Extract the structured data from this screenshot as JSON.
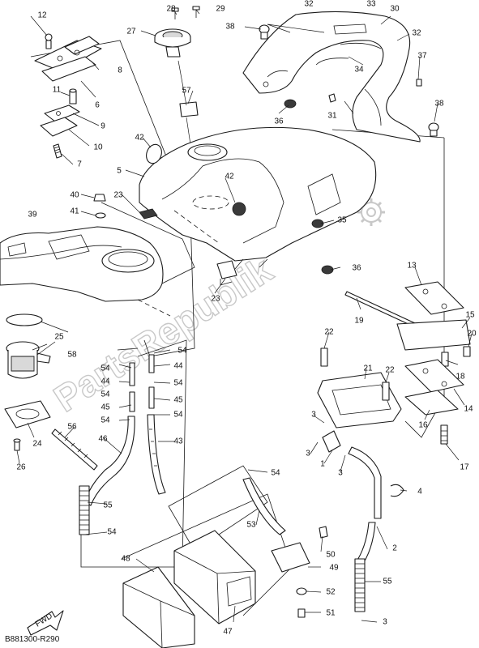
{
  "diagram": {
    "reference_code": "B881300-R290",
    "watermark": "PartsRepublik",
    "fwd_label": "FWD",
    "callouts": [
      {
        "id": "c1",
        "label": "1"
      },
      {
        "id": "c2",
        "label": "2"
      },
      {
        "id": "c3a",
        "label": "3"
      },
      {
        "id": "c3b",
        "label": "3"
      },
      {
        "id": "c3c",
        "label": "3"
      },
      {
        "id": "c3d",
        "label": "3"
      },
      {
        "id": "c4",
        "label": "4"
      },
      {
        "id": "c5",
        "label": "5"
      },
      {
        "id": "c6",
        "label": "6"
      },
      {
        "id": "c7",
        "label": "7"
      },
      {
        "id": "c8",
        "label": "8"
      },
      {
        "id": "c9",
        "label": "9"
      },
      {
        "id": "c10",
        "label": "10"
      },
      {
        "id": "c11",
        "label": "11"
      },
      {
        "id": "c12",
        "label": "12"
      },
      {
        "id": "c13",
        "label": "13"
      },
      {
        "id": "c14",
        "label": "14"
      },
      {
        "id": "c15",
        "label": "15"
      },
      {
        "id": "c16",
        "label": "16"
      },
      {
        "id": "c17",
        "label": "17"
      },
      {
        "id": "c18",
        "label": "18"
      },
      {
        "id": "c19",
        "label": "19"
      },
      {
        "id": "c20",
        "label": "20"
      },
      {
        "id": "c21",
        "label": "21"
      },
      {
        "id": "c22a",
        "label": "22"
      },
      {
        "id": "c22b",
        "label": "22"
      },
      {
        "id": "c23a",
        "label": "23"
      },
      {
        "id": "c23b",
        "label": "23"
      },
      {
        "id": "c24",
        "label": "24"
      },
      {
        "id": "c25",
        "label": "25"
      },
      {
        "id": "c26",
        "label": "26"
      },
      {
        "id": "c27",
        "label": "27"
      },
      {
        "id": "c28",
        "label": "28"
      },
      {
        "id": "c29",
        "label": "29"
      },
      {
        "id": "c30",
        "label": "30"
      },
      {
        "id": "c31",
        "label": "31"
      },
      {
        "id": "c32a",
        "label": "32"
      },
      {
        "id": "c32b",
        "label": "32"
      },
      {
        "id": "c33",
        "label": "33"
      },
      {
        "id": "c34",
        "label": "34"
      },
      {
        "id": "c35",
        "label": "35"
      },
      {
        "id": "c36a",
        "label": "36"
      },
      {
        "id": "c36b",
        "label": "36"
      },
      {
        "id": "c37",
        "label": "37"
      },
      {
        "id": "c38a",
        "label": "38"
      },
      {
        "id": "c38b",
        "label": "38"
      },
      {
        "id": "c39",
        "label": "39"
      },
      {
        "id": "c40",
        "label": "40"
      },
      {
        "id": "c41",
        "label": "41"
      },
      {
        "id": "c42a",
        "label": "42"
      },
      {
        "id": "c42b",
        "label": "42"
      },
      {
        "id": "c43",
        "label": "43"
      },
      {
        "id": "c44a",
        "label": "44"
      },
      {
        "id": "c44b",
        "label": "44"
      },
      {
        "id": "c45a",
        "label": "45"
      },
      {
        "id": "c45b",
        "label": "45"
      },
      {
        "id": "c46",
        "label": "46"
      },
      {
        "id": "c47",
        "label": "47"
      },
      {
        "id": "c48",
        "label": "48"
      },
      {
        "id": "c49",
        "label": "49"
      },
      {
        "id": "c50",
        "label": "50"
      },
      {
        "id": "c51",
        "label": "51"
      },
      {
        "id": "c52",
        "label": "52"
      },
      {
        "id": "c53",
        "label": "53"
      },
      {
        "id": "c54a",
        "label": "54"
      },
      {
        "id": "c54b",
        "label": "54"
      },
      {
        "id": "c54c",
        "label": "54"
      },
      {
        "id": "c54d",
        "label": "54"
      },
      {
        "id": "c54e",
        "label": "54"
      },
      {
        "id": "c54f",
        "label": "54"
      },
      {
        "id": "c54g",
        "label": "54"
      },
      {
        "id": "c54h",
        "label": "54"
      },
      {
        "id": "c55a",
        "label": "55"
      },
      {
        "id": "c55b",
        "label": "55"
      },
      {
        "id": "c56",
        "label": "56"
      },
      {
        "id": "c57",
        "label": "57"
      },
      {
        "id": "c58",
        "label": "58"
      }
    ]
  }
}
